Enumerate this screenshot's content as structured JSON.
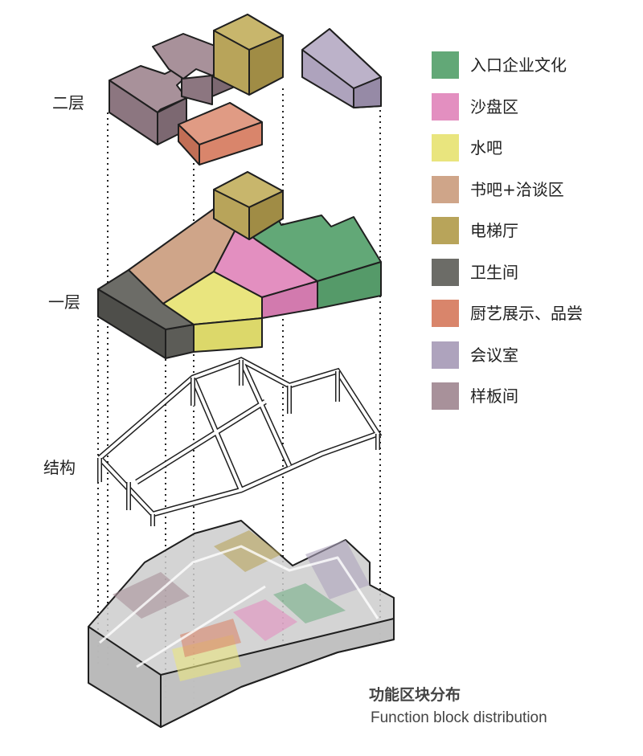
{
  "layers": {
    "second_floor": "二层",
    "first_floor": "一层",
    "structure": "结构"
  },
  "legend": [
    {
      "label": "入口企业文化",
      "color": "#62a877",
      "icon": "entrance-culture-swatch"
    },
    {
      "label": "沙盘区",
      "color": "#e38fc0",
      "icon": "sand-table-swatch"
    },
    {
      "label": "水吧",
      "color": "#e9e57e",
      "icon": "water-bar-swatch"
    },
    {
      "label": "书吧+洽谈区",
      "color": "#cfa589",
      "icon": "book-bar-swatch"
    },
    {
      "label": "电梯厅",
      "color": "#b8a45a",
      "icon": "elevator-hall-swatch"
    },
    {
      "label": "卫生间",
      "color": "#6c6c67",
      "icon": "restroom-swatch"
    },
    {
      "label": "厨艺展示、品尝",
      "color": "#d9856b",
      "icon": "cooking-swatch"
    },
    {
      "label": "会议室",
      "color": "#aea3bd",
      "icon": "meeting-room-swatch"
    },
    {
      "label": "样板间",
      "color": "#a8919a",
      "icon": "model-room-swatch"
    }
  ],
  "caption": {
    "title_cn": "功能区块分布",
    "title_en": "Function block distribution"
  }
}
